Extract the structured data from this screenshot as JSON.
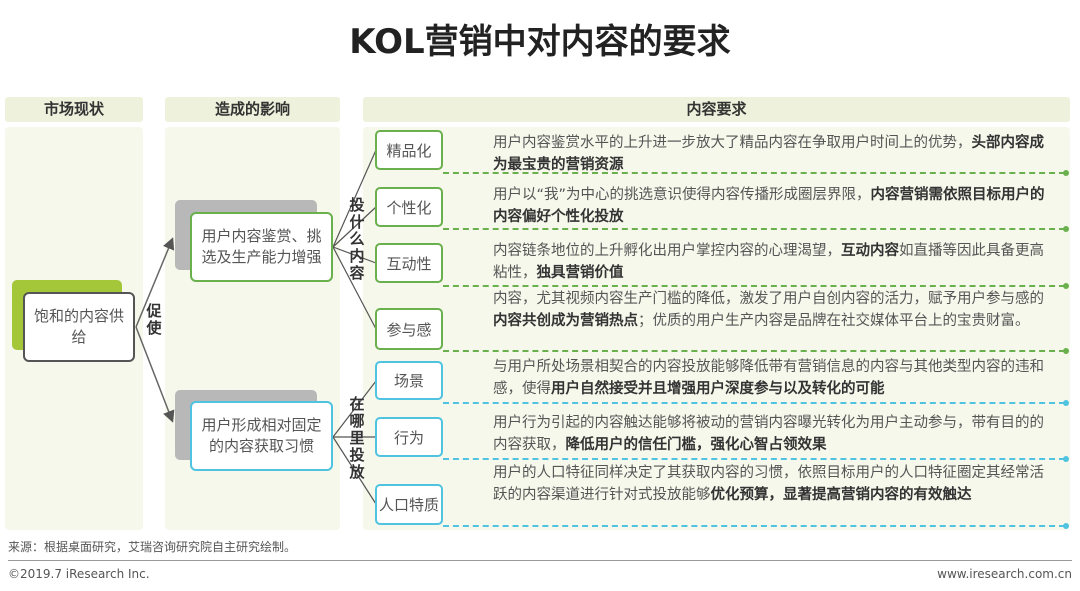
{
  "title": "KOL营销中对内容的要求",
  "headers": {
    "market": "市场现状",
    "impact": "造成的影响",
    "requirements": "内容要求"
  },
  "market_box": "饱和的内容供给",
  "arrow_label": "促使",
  "impacts": [
    {
      "text": "用户内容鉴赏、挑选及生产能力增强",
      "branch_label": "投什么内容"
    },
    {
      "text": "用户形成相对固定的内容获取习惯",
      "branch_label": "在哪里投放"
    }
  ],
  "requirements": [
    {
      "label": "精品化",
      "group": "what",
      "desc": [
        [
          "用户内容鉴赏水平的上升进一步放大了精品内容在争取用户时间上的优势，",
          false
        ],
        [
          "头部内容成为最宝贵的营销资源",
          true
        ]
      ]
    },
    {
      "label": "个性化",
      "group": "what",
      "desc": [
        [
          "用户以“我”为中心的挑选意识使得内容传播形成圈层界限，",
          false
        ],
        [
          "内容营销需依照目标用户的内容偏好个性化投放",
          true
        ]
      ]
    },
    {
      "label": "互动性",
      "group": "what",
      "desc": [
        [
          "内容链条地位的上升孵化出用户掌控内容的心理渴望，",
          false
        ],
        [
          "互动内容",
          true
        ],
        [
          "如直播等因此具备更高粘性，",
          false
        ],
        [
          "独具营销价值",
          true
        ]
      ]
    },
    {
      "label": "参与感",
      "group": "what",
      "desc": [
        [
          "内容，尤其视频内容生产门槛的降低，激发了用户自创内容的活力，赋予用户参与感的",
          false
        ],
        [
          "内容共创成为营销热点",
          true
        ],
        [
          "；优质的用户生产内容是品牌在社交媒体平台上的宝贵财富。",
          false
        ]
      ]
    },
    {
      "label": "场景",
      "group": "where",
      "desc": [
        [
          "与用户所处场景相契合的内容投放能够降低带有营销信息的内容与其他类型内容的违和感，使得",
          false
        ],
        [
          "用户自然接受并且增强用户深度参与以及转化的可能",
          true
        ]
      ]
    },
    {
      "label": "行为",
      "group": "where",
      "desc": [
        [
          "用户行为引起的内容触达能够将被动的营销内容曝光转化为用户主动参与，带有目的的内容获取，",
          false
        ],
        [
          "降低用户的信任门槛，强化心智占领效果",
          true
        ]
      ]
    },
    {
      "label": "人口特质",
      "group": "where",
      "desc": [
        [
          "用户的人口特征同样决定了其获取内容的习惯，依照目标用户的人口特征圈定其经常活跃的内容渠道进行针对式投放能够",
          false
        ],
        [
          "优化预算，显著提高营销内容的有效触达",
          true
        ]
      ]
    }
  ],
  "source": "来源：根据桌面研究，艾瑞咨询研究院自主研究绘制。",
  "footer": {
    "copyright": "©2019.7 iResearch Inc.",
    "website": "www.iresearch.com.cn"
  },
  "colors": {
    "green": "#6ab04c",
    "blue": "#4fc3e0",
    "lime": "#a4c639"
  }
}
